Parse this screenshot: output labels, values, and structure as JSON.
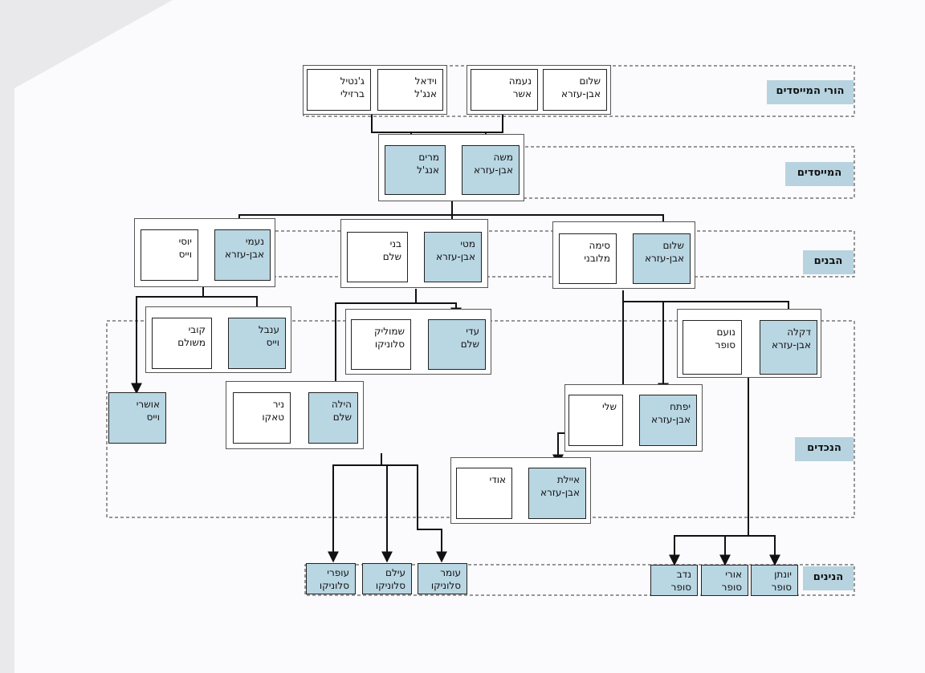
{
  "generations": [
    {
      "label": "הורי המייסדים"
    },
    {
      "label": "המייסדים"
    },
    {
      "label": "הבנים"
    },
    {
      "label": "הנכדים"
    },
    {
      "label": "הנינים"
    }
  ],
  "founders_parents": {
    "couple1": {
      "husband": {
        "first": "שלום",
        "last": "אבן-עזרא"
      },
      "wife": {
        "first": "נעמה",
        "last": "אשר"
      }
    },
    "couple2": {
      "husband": {
        "first": "וידאל",
        "last": "אנג'ל"
      },
      "wife": {
        "first": "ג'נטיל",
        "last": "ברזילי"
      }
    }
  },
  "founders": {
    "husband": {
      "first": "משה",
      "last": "אבן-עזרא"
    },
    "wife": {
      "first": "מרים",
      "last": "אנג'ל"
    }
  },
  "children": [
    {
      "blood": {
        "first": "שלום",
        "last": "אבן-עזרא"
      },
      "spouse": {
        "first": "סימה",
        "last": "מלובני"
      }
    },
    {
      "blood": {
        "first": "מטי",
        "last": "אבן-עזרא"
      },
      "spouse": {
        "first": "בני",
        "last": "שלם"
      }
    },
    {
      "blood": {
        "first": "נעמי",
        "last": "אבן-עזרא"
      },
      "spouse": {
        "first": "יוסי",
        "last": "וייס"
      }
    }
  ],
  "grandchildren": [
    {
      "blood": {
        "first": "דקלה",
        "last": "אבן-עזרא"
      },
      "spouse": {
        "first": "נועם",
        "last": "סופר"
      }
    },
    {
      "blood": {
        "first": "יפתח",
        "last": "אבן-עזרא"
      },
      "spouse": {
        "first": "שלי",
        "last": ""
      }
    },
    {
      "blood": {
        "first": "איילת",
        "last": "אבן-עזרא"
      },
      "spouse": {
        "first": "אודי",
        "last": ""
      }
    },
    {
      "blood": {
        "first": "עדי",
        "last": "שלם"
      },
      "spouse": {
        "first": "שמוליק",
        "last": "סלוניקו"
      }
    },
    {
      "blood": {
        "first": "הילה",
        "last": "שלם"
      },
      "spouse": {
        "first": "ניר",
        "last": "טאקו"
      }
    },
    {
      "blood": {
        "first": "ענבל",
        "last": "וייס"
      },
      "spouse": {
        "first": "קובי",
        "last": "משולם"
      }
    },
    {
      "blood": {
        "first": "אושרי",
        "last": "וייס"
      }
    }
  ],
  "great_grandchildren": [
    {
      "first": "יונתן",
      "last": "סופר"
    },
    {
      "first": "אורי",
      "last": "סופר"
    },
    {
      "first": "נדב",
      "last": "סופר"
    },
    {
      "first": "עומר",
      "last": "סלוניקו"
    },
    {
      "first": "עילם",
      "last": "סלוניקו"
    },
    {
      "first": "עופרי",
      "last": "סלוניקו"
    }
  ],
  "colors": {
    "blood_relative": "#b9d6e3",
    "label": "#b7d3e0",
    "line": "#111111"
  }
}
